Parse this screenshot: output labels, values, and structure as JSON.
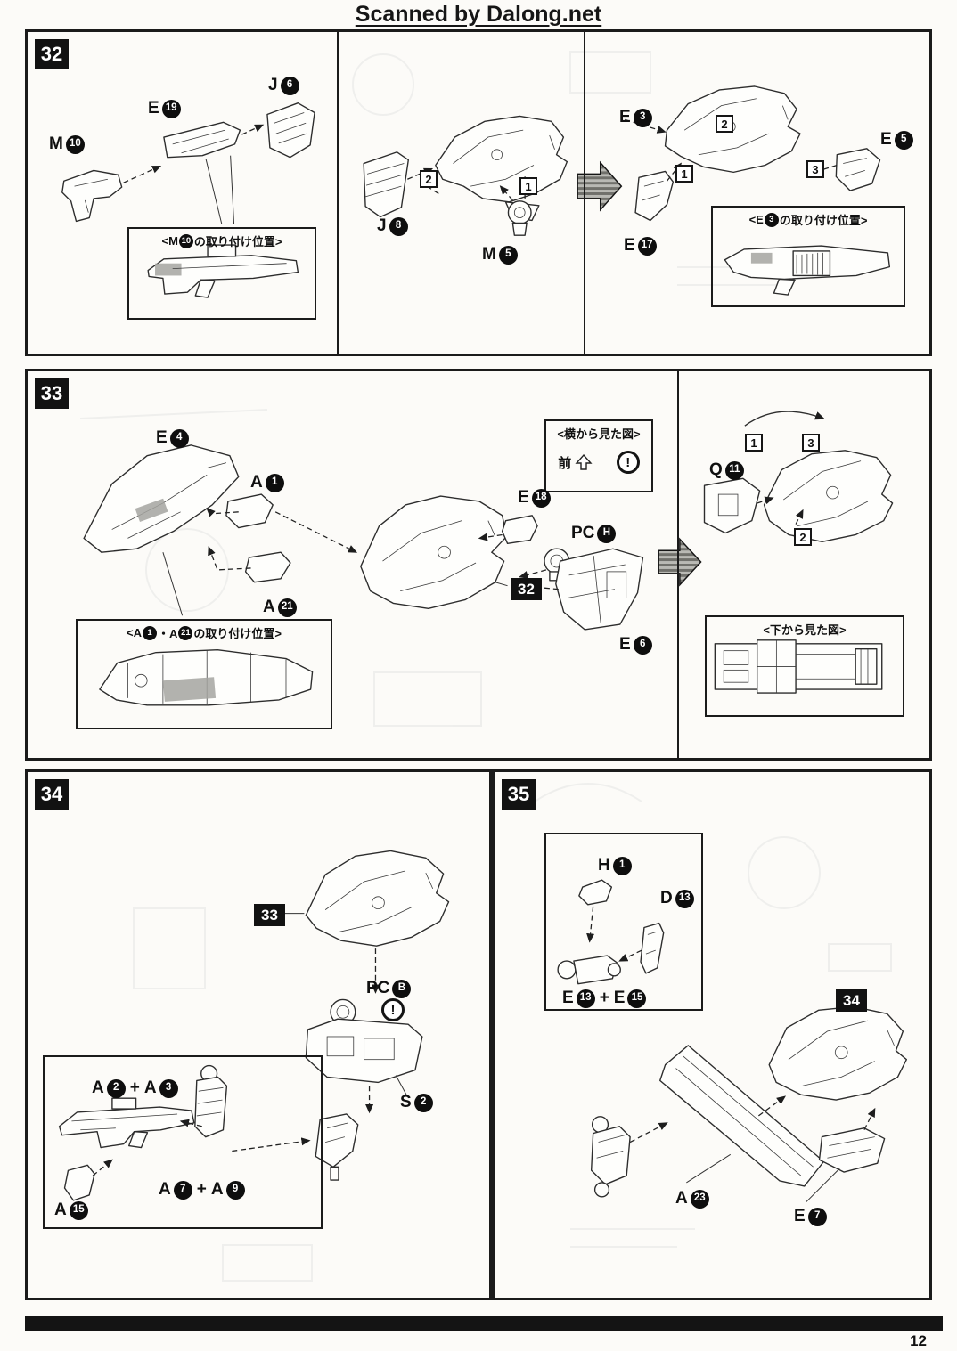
{
  "page": {
    "watermark": "Scanned by Dalong.net",
    "number": "12"
  },
  "steps": {
    "s32": {
      "badge": "32",
      "parts": {
        "m10": {
          "letter": "M",
          "num": "10"
        },
        "e19": {
          "letter": "E",
          "num": "19"
        },
        "j6": {
          "letter": "J",
          "num": "6"
        },
        "j8": {
          "letter": "J",
          "num": "8"
        },
        "m5": {
          "letter": "M",
          "num": "5"
        },
        "e3": {
          "letter": "E",
          "num": "3"
        },
        "e5": {
          "letter": "E",
          "num": "5"
        },
        "e17": {
          "letter": "E",
          "num": "17"
        }
      },
      "order": {
        "p2_2": "2",
        "p2_1": "1",
        "p3_2": "2",
        "p3_1": "1",
        "p3_3": "3"
      },
      "note_m10": {
        "pre": "<M",
        "num": "10",
        "suf": "の取り付け位置>"
      },
      "note_e3": {
        "pre": "<E",
        "num": "3",
        "suf": "の取り付け位置>"
      }
    },
    "s33": {
      "badge": "33",
      "ref": "32",
      "parts": {
        "e4": {
          "letter": "E",
          "num": "4"
        },
        "a1": {
          "letter": "A",
          "num": "1"
        },
        "a21": {
          "letter": "A",
          "num": "21"
        },
        "e18": {
          "letter": "E",
          "num": "18"
        },
        "pch": {
          "letter": "PC",
          "num": "H"
        },
        "e6": {
          "letter": "E",
          "num": "6"
        },
        "q11": {
          "letter": "Q",
          "num": "11"
        }
      },
      "order": {
        "o1": "1",
        "o3": "3",
        "o2": "2"
      },
      "note_a": {
        "pre": "<A",
        "n1": "1",
        "mid": "・A",
        "n2": "21",
        "suf": "の取り付け位置>"
      },
      "note_side": {
        "title": "<横から見た図>",
        "front": "前",
        "warn": "!"
      },
      "note_bottom": {
        "title": "<下から見た図>"
      }
    },
    "s34": {
      "badge": "34",
      "ref": "33",
      "plus": "+",
      "warn": "!",
      "parts": {
        "pcb": {
          "letter": "PC",
          "num": "B"
        },
        "s2": {
          "letter": "S",
          "num": "2"
        },
        "a2": {
          "letter": "A",
          "num": "2"
        },
        "a3": {
          "letter": "A",
          "num": "3"
        },
        "a7": {
          "letter": "A",
          "num": "7"
        },
        "a9": {
          "letter": "A",
          "num": "9"
        },
        "a15": {
          "letter": "A",
          "num": "15"
        }
      }
    },
    "s35": {
      "badge": "35",
      "ref": "34",
      "plus": "+",
      "parts": {
        "h1": {
          "letter": "H",
          "num": "1"
        },
        "d13": {
          "letter": "D",
          "num": "13"
        },
        "e13": {
          "letter": "E",
          "num": "13"
        },
        "e15": {
          "letter": "E",
          "num": "15"
        },
        "a23": {
          "letter": "A",
          "num": "23"
        },
        "e7": {
          "letter": "E",
          "num": "7"
        }
      }
    }
  }
}
